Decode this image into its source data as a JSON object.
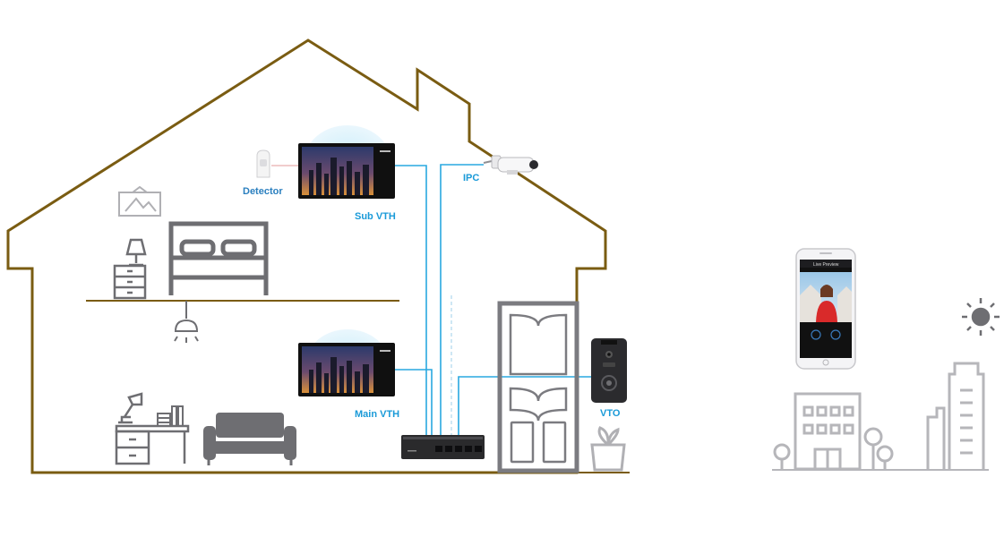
{
  "labels": {
    "detector": "Detector",
    "sub_vth": "Sub VTH",
    "main_vth": "Main VTH",
    "ipc": "IPC",
    "vto": "VTO"
  },
  "phone": {
    "header": "Live Preview"
  },
  "colors": {
    "house_outline": "#7a5c12",
    "cable": "#29a8e0",
    "label": "#1a9ad8",
    "label_dark": "#2a7fbf",
    "icon_gray": "#6e6e72",
    "light_gray": "#b6b6ba",
    "screen_glow": "#d9f1fb"
  },
  "icons": {
    "camera": "bullet-camera-icon",
    "sun": "sun-icon",
    "switch": "network-switch-icon"
  }
}
